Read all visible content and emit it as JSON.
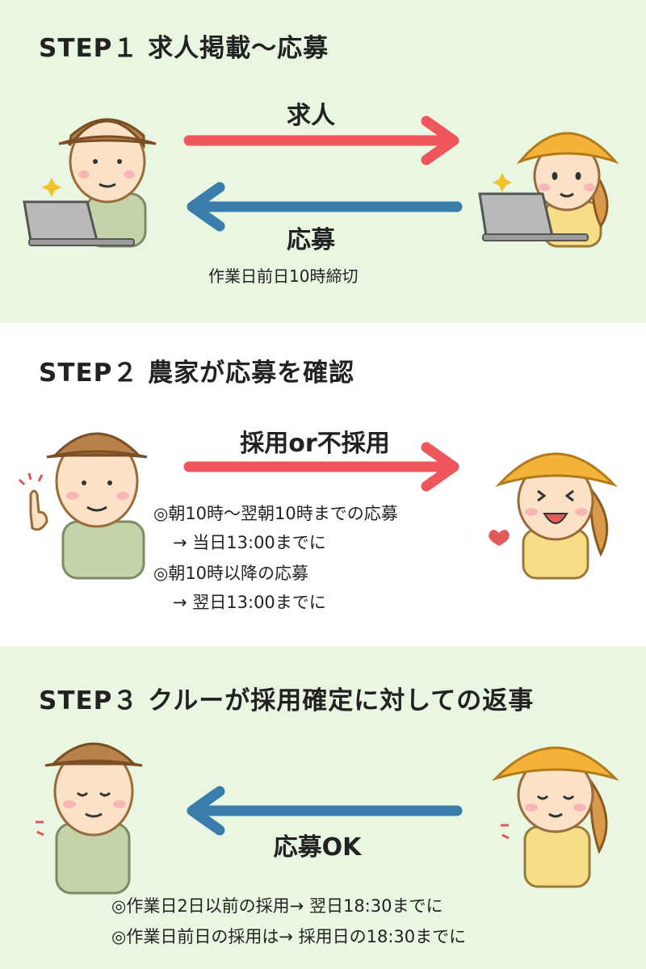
{
  "colors": {
    "band_bg": "#e9f6e2",
    "red_arrow": "#f0575d",
    "blue_arrow": "#3a7dab",
    "hat": "#b9814a",
    "shirt": "#c3d4a8",
    "girl_hat": "#f3b33a",
    "girl_shirt": "#f6dd86"
  },
  "step1": {
    "title": "STEP１ 求人掲載～応募",
    "arrow_right_label": "求人",
    "arrow_left_label": "応募",
    "note": "作業日前日10時締切"
  },
  "step2": {
    "title": "STEP２ 農家が応募を確認",
    "arrow_right_label": "採用or不採用",
    "lines": [
      "◎朝10時～翌朝10時までの応募",
      "→ 当日13:00までに",
      "◎朝10時以降の応募",
      "→ 翌日13:00までに"
    ]
  },
  "step3": {
    "title": "STEP３ クルーが採用確定に対しての返事",
    "arrow_left_label": "応募OK",
    "lines": [
      "◎作業日2日以前の採用→ 翌日18:30までに",
      "◎作業日前日の採用は→ 採用日の18:30までに"
    ]
  },
  "icons": [
    "farmer-laptop-icon",
    "girl-laptop-icon",
    "farmer-pointing-icon",
    "girl-happy-icon",
    "farmer-bowing-icon",
    "girl-bowing-icon",
    "arrow-right-icon",
    "arrow-left-icon"
  ]
}
